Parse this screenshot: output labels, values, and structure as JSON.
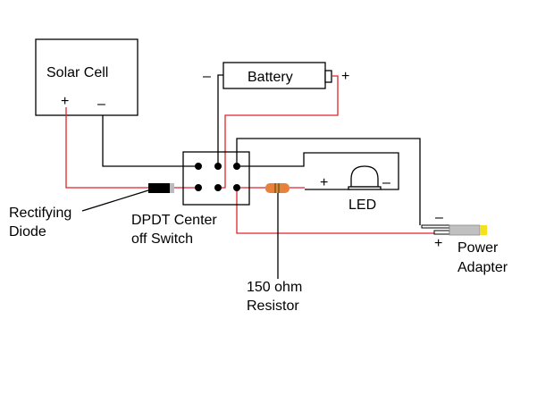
{
  "components": {
    "solar_cell": {
      "label": "Solar Cell",
      "plus": "+",
      "minus": "–"
    },
    "battery": {
      "label": "Battery",
      "plus": "+",
      "minus": "–"
    },
    "switch": {
      "label_line1": "DPDT Center",
      "label_line2": "off Switch"
    },
    "diode": {
      "label_line1": "Rectifying",
      "label_line2": "Diode"
    },
    "led": {
      "label": "LED",
      "plus": "+",
      "minus": "–"
    },
    "resistor": {
      "label_line1": "150 ohm",
      "label_line2": "Resistor"
    },
    "power_adapter": {
      "label_line1": "Power",
      "label_line2": "Adapter",
      "plus": "+",
      "minus": "–"
    }
  },
  "colors": {
    "positive_wire": "#e0222a",
    "negative_wire": "#000000",
    "resistor_body": "#e8823a",
    "adapter_tip": "#f5e020",
    "adapter_body": "#c0c0c0"
  }
}
